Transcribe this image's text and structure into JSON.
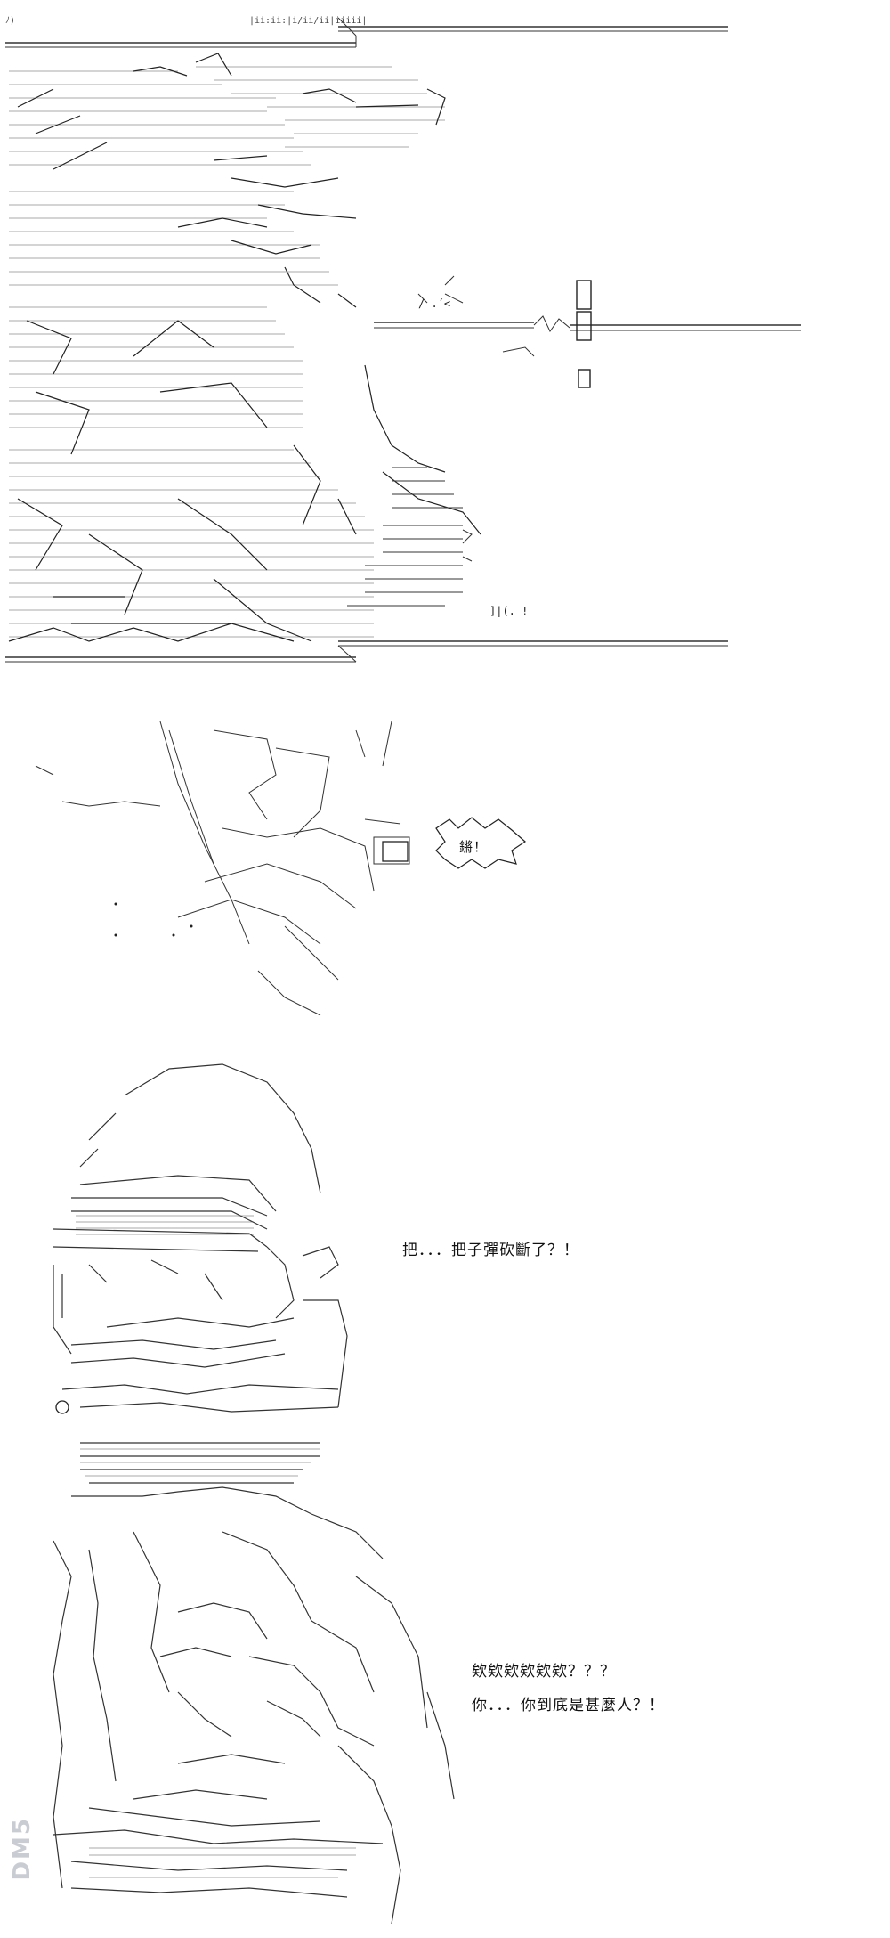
{
  "panels": [
    {
      "id": "panel-1",
      "caption": ""
    },
    {
      "id": "panel-2",
      "sfx": "鏘！"
    },
    {
      "id": "panel-3",
      "dialogue": "把．．．把子彈砍斷了？！"
    },
    {
      "id": "panel-4",
      "dialogue_lines": [
        "欸欸欸欸欸欸？？？",
        "你．．．你到底是甚麼人？！"
      ]
    }
  ],
  "watermark": {
    "text": "DM5"
  },
  "colors": {
    "ink": "#222222",
    "rule": "#333333",
    "watermark": "#c9cdd3"
  }
}
